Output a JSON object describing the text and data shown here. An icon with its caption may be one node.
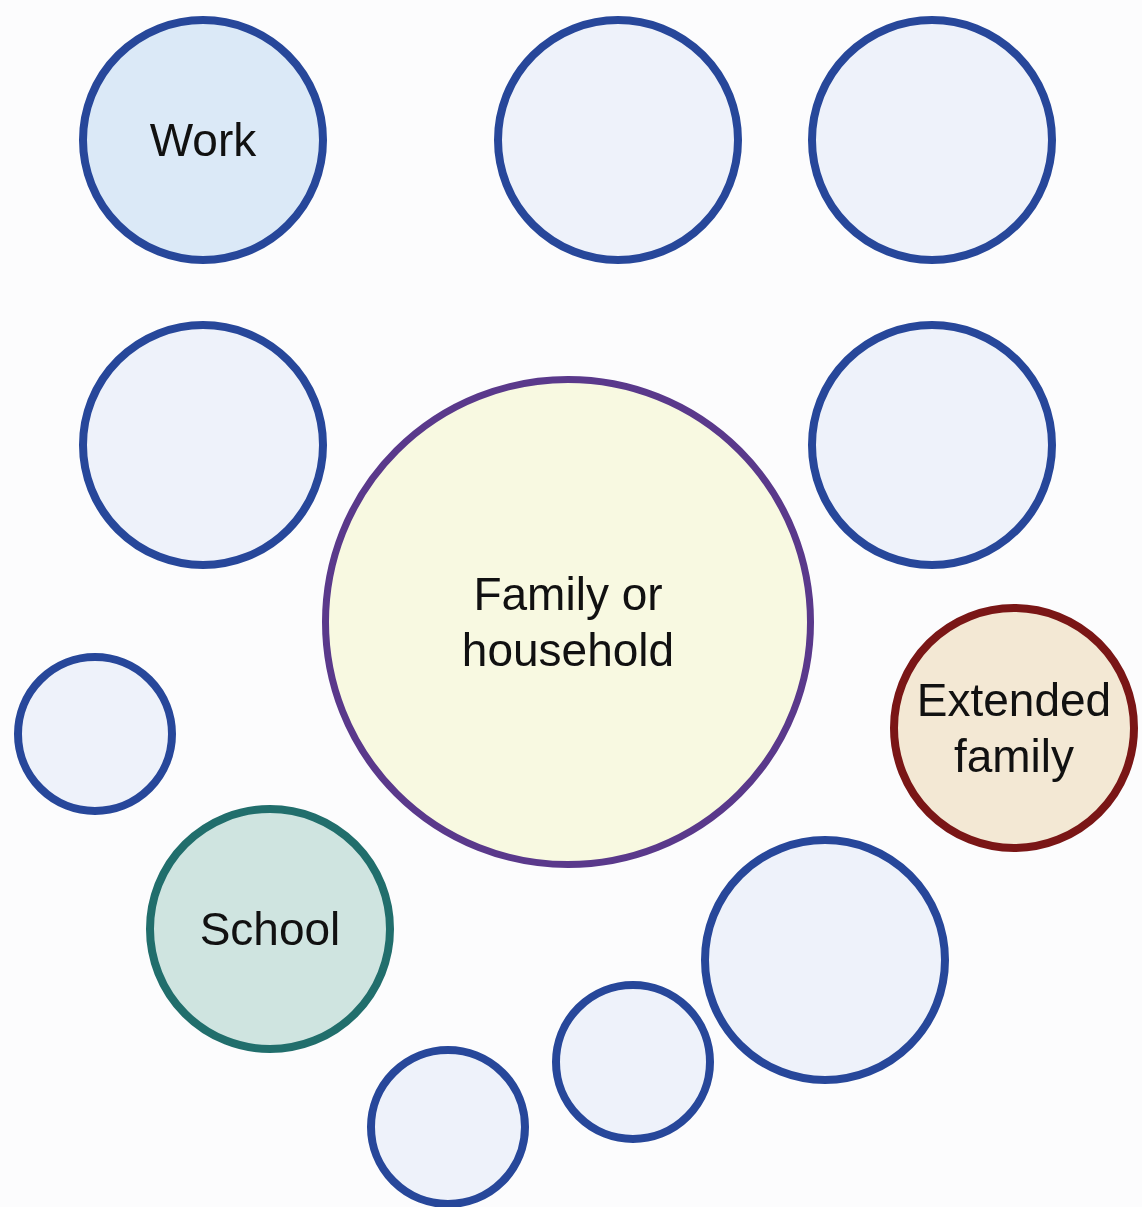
{
  "diagram": {
    "nodes": [
      {
        "text": [
          "Work"
        ]
      },
      {
        "text": [],
        "shape": "circle"
      },
      {
        "text": [],
        "shape": "circle"
      },
      {
        "text": [],
        "shape": "circle"
      },
      {
        "text": [],
        "shape": "circle"
      },
      {
        "text": [
          "Family or household"
        ]
      },
      {
        "text": [
          "Extended family"
        ]
      },
      {
        "text": [],
        "shape": "circle"
      },
      {
        "text": [
          "School"
        ]
      },
      {
        "text": [],
        "shape": "circle"
      },
      {
        "text": [],
        "shape": "circle"
      },
      {
        "text": [],
        "shape": "circle"
      }
    ]
  }
}
